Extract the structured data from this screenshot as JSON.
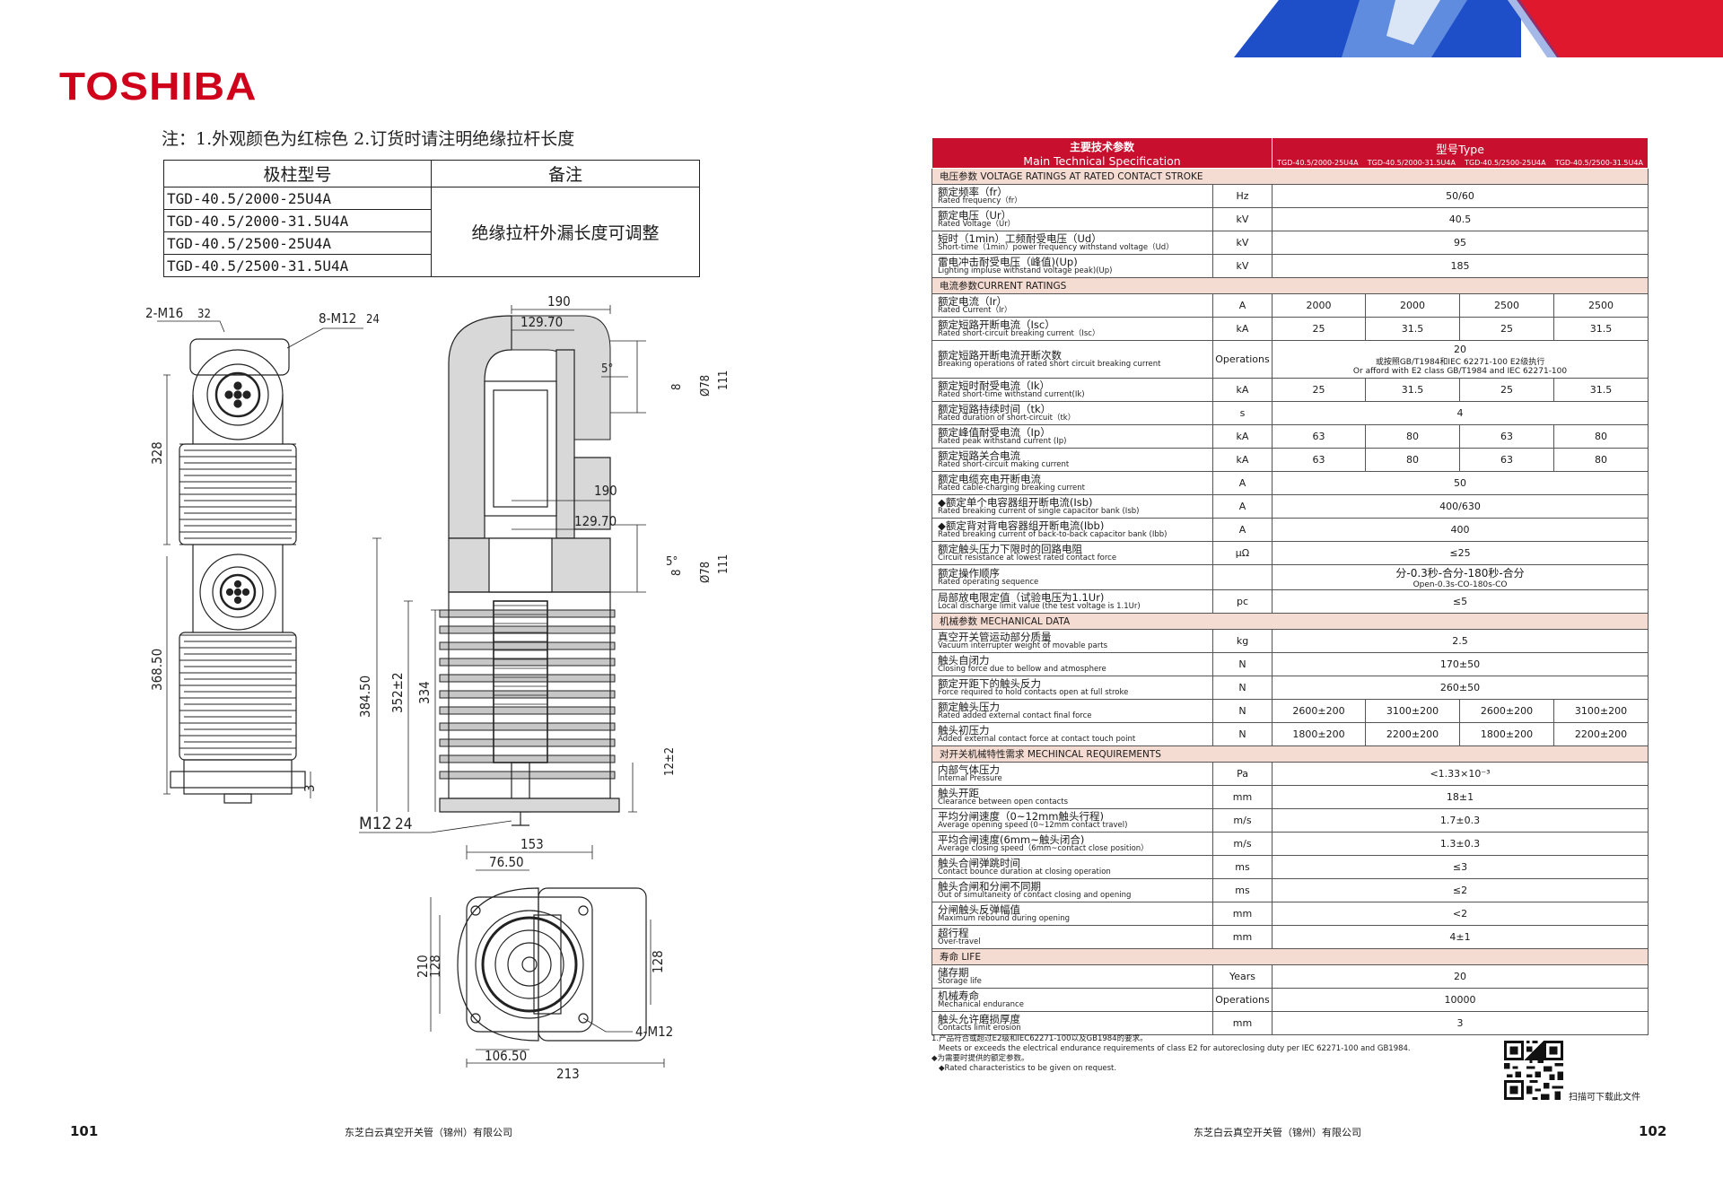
{
  "brand": "TOSHIBA",
  "note": "注：1.外观颜色为红棕色 2.订货时请注明绝缘拉杆长度",
  "model_table": {
    "headers": [
      "极柱型号",
      "备注"
    ],
    "models": [
      "TGD-40.5/2000-25U4A",
      "TGD-40.5/2000-31.5U4A",
      "TGD-40.5/2500-25U4A",
      "TGD-40.5/2500-31.5U4A"
    ],
    "remark": "绝缘拉杆外漏长度可调整"
  },
  "drawing": {
    "front_labels": {
      "a": "2-M16",
      "a_depth": "32",
      "b": "8-M12",
      "b_depth": "24",
      "h1": "328",
      "h2": "368.50",
      "h3": "3"
    },
    "section_labels": {
      "w1": "190",
      "w2": "129.70",
      "w3": "190",
      "w4": "129.70",
      "ang1": "5°",
      "ang2": "5°",
      "d1": "8",
      "d2": "Ø78",
      "d3": "111",
      "d4": "8",
      "d5": "Ø78",
      "d6": "111",
      "h1": "384.50",
      "h2": "352±2",
      "h3": "334",
      "h4": "12±2",
      "thread": "M12",
      "thread_depth": "24"
    },
    "bottom_labels": {
      "w1": "153",
      "w2": "76.50",
      "h1": "210",
      "h2": "128",
      "h3": "128",
      "bolts": "4-M12",
      "w3": "106.50",
      "w4": "213"
    }
  },
  "spec": {
    "header": {
      "param_cn": "主要技术参数",
      "param_en": "Main Technical Specification",
      "type_label": "型号Type",
      "types": [
        "TGD-40.5/2000-25U4A",
        "TGD-40.5/2000-31.5U4A",
        "TGD-40.5/2500-25U4A",
        "TGD-40.5/2500-31.5U4A"
      ]
    },
    "sections": {
      "voltage": "电压参数 VOLTAGE RATINGS AT RATED CONTACT STROKE",
      "current": "电流参数CURRENT RATINGS",
      "mechanical": "机械参数 MECHANICAL DATA",
      "requirements": "对开关机械特性需求 MECHINCAL  REQUIREMENTS",
      "life": "寿命 LIFE"
    },
    "rows": {
      "freq": {
        "cn": "额定频率（fr）",
        "en": "Rated frequency（fr）",
        "unit": "Hz",
        "value": "50/60"
      },
      "volt": {
        "cn": "额定电压（Ur）",
        "en": "Rated Voltage（Ur）",
        "unit": "kV",
        "value": "40.5"
      },
      "ud": {
        "cn": "短时（1min）工频耐受电压（Ud）",
        "en": "Short-time（1min）power frequency withstand voltage（Ud）",
        "unit": "kV",
        "value": "95"
      },
      "up": {
        "cn": "雷电冲击耐受电压（峰值)(Up)",
        "en": "Lighting impluse  withstand voltage peak)(Up)",
        "unit": "kV",
        "value": "185"
      },
      "ir": {
        "cn": "额定电流（Ir）",
        "en": "Rated Current（Ir）",
        "unit": "A",
        "values": [
          "2000",
          "2000",
          "2500",
          "2500"
        ]
      },
      "isc": {
        "cn": "额定短路开断电流（Isc）",
        "en": "Rated short-circuit breaking current（Isc）",
        "unit": "kA",
        "values": [
          "25",
          "31.5",
          "25",
          "31.5"
        ]
      },
      "ops": {
        "cn": "额定短路开断电流开断次数",
        "en": "Breaking operations of rated short circuit breaking current",
        "unit": "Operations",
        "value": "20",
        "note_cn": "或按照GB/T1984和IEC 62271-100 E2级执行",
        "note_en": "Or afford with E2 class GB/T1984 and IEC 62271-100"
      },
      "ik": {
        "cn": "额定短时耐受电流（Ik）",
        "en": "Rated short-time withstand current(Ik)",
        "unit": "kA",
        "values": [
          "25",
          "31.5",
          "25",
          "31.5"
        ]
      },
      "tk": {
        "cn": "额定短路持续时间（tk）",
        "en": "Rated duration of short-circuit（tk）",
        "unit": "s",
        "value": "4"
      },
      "ip": {
        "cn": "额定峰值耐受电流（Ip）",
        "en": "Rated peak withstand current (Ip)",
        "unit": "kA",
        "values": [
          "63",
          "80",
          "63",
          "80"
        ]
      },
      "make": {
        "cn": "额定短路关合电流",
        "en": "Rated short-circuit making current",
        "unit": "kA",
        "values": [
          "63",
          "80",
          "63",
          "80"
        ]
      },
      "cable": {
        "cn": "额定电缆充电开断电流",
        "en": "Rated cable-charging breaking current",
        "unit": "A",
        "value": "50"
      },
      "isb": {
        "cn": "◆额定单个电容器组开断电流(Isb)",
        "en": "Rated breaking current of single capacitor bank (Isb)",
        "unit": "A",
        "value": "400/630"
      },
      "ibb": {
        "cn": "◆额定背对背电容器组开断电流(Ibb)",
        "en": "Rated breaking current of back-to-back capacitor bank (Ibb)",
        "unit": "A",
        "value": "400"
      },
      "res": {
        "cn": "额定触头压力下限时的回路电阻",
        "en": "Circuit resistance at lowest rated contact force",
        "unit": "μΩ",
        "value": "≤25"
      },
      "seq": {
        "cn": "额定操作顺序",
        "en": "Rated operating sequence",
        "unit": "",
        "value": "分-0.3秒-合分-180秒-合分",
        "value_en": "Open-0.3s-CO-180s-CO"
      },
      "pd": {
        "cn": "局部放电限定值（试验电压为1.1Ur)",
        "en": "Local discharge limit value (the test voltage is 1.1Ur)",
        "unit": "pc",
        "value": "≤5"
      },
      "mass": {
        "cn": "真空开关管运动部分质量",
        "en": "Vacuum interrupter weight of movable parts",
        "unit": "kg",
        "value": "2.5"
      },
      "selfclose": {
        "cn": "触头自闭力",
        "en": "Closing force due to bellow and atmosphere",
        "unit": "N",
        "value": "170±50"
      },
      "holdopen": {
        "cn": "额定开距下的触头反力",
        "en": "Force required to hold contacts open at full stroke",
        "unit": "N",
        "value": "260±50"
      },
      "final": {
        "cn": "额定触头压力",
        "en": "Rated added external contact final force",
        "unit": "N",
        "values": [
          "2600±200",
          "3100±200",
          "2600±200",
          "3100±200"
        ]
      },
      "touch": {
        "cn": "触头初压力",
        "en": "Added external contact force at contact touch point",
        "unit": "N",
        "values": [
          "1800±200",
          "2200±200",
          "1800±200",
          "2200±200"
        ]
      },
      "pressure": {
        "cn": "内部气体压力",
        "en": "Internal Pressure",
        "unit": "Pa",
        "value": "<1.33×10⁻³"
      },
      "gap": {
        "cn": "触头开距",
        "en": "Clearance between open contacts",
        "unit": "mm",
        "value": "18±1"
      },
      "openspeed": {
        "cn": "平均分闸速度（0~12mm触头行程)",
        "en": "Average opening speed (0~12mm contact travel)",
        "unit": "m/s",
        "value": "1.7±0.3"
      },
      "closespeed": {
        "cn": "平均合闸速度(6mm~触头闭合)",
        "en": "Average closing speed（6mm~contact close position）",
        "unit": "m/s",
        "value": "1.3±0.3"
      },
      "bounce": {
        "cn": "触头合闸弹跳时间",
        "en": "Contact bounce duration at closing operation",
        "unit": "ms",
        "value": "≤3"
      },
      "simult": {
        "cn": "触头合闸和分闸不同期",
        "en": "Out of simultaneity of contact closing and opening",
        "unit": "ms",
        "value": "≤2"
      },
      "rebound": {
        "cn": "分闸触头反弹幅值",
        "en": "Maximum rebound during opening",
        "unit": "mm",
        "value": "<2"
      },
      "overtravel": {
        "cn": "超行程",
        "en": "Over-travel",
        "unit": "mm",
        "value": "4±1"
      },
      "storage": {
        "cn": "储存期",
        "en": "Storage life",
        "unit": "Years",
        "value": "20"
      },
      "mech": {
        "cn": "机械寿命",
        "en": "Mechanical endurance",
        "unit": "Operations",
        "value": "10000"
      },
      "erosion": {
        "cn": "触头允许磨损厚度",
        "en": "Contacts limit erosion",
        "unit": "mm",
        "value": "3"
      }
    }
  },
  "footnotes": [
    "1.产品符合或超过E2级和IEC62271-100以及GB1984的要求。",
    "Meets or exceeds the electrical endurance requirements of class E2 for autoreclosing duty per IEC 62271-100 and GB1984.",
    "◆为需要时提供的额定参数。",
    "◆Rated characteristics to be given on request."
  ],
  "qr_label": "扫描可下载此文件",
  "footer": {
    "left_page": "101",
    "right_page": "102",
    "company": "东芝白云真空开关管（锦州）有限公司"
  },
  "colors": {
    "brand_red": "#d0021b",
    "header_red": "#c8102e",
    "section_bg": "#f5dcd2",
    "banner_blue": "#1f4fc8"
  }
}
